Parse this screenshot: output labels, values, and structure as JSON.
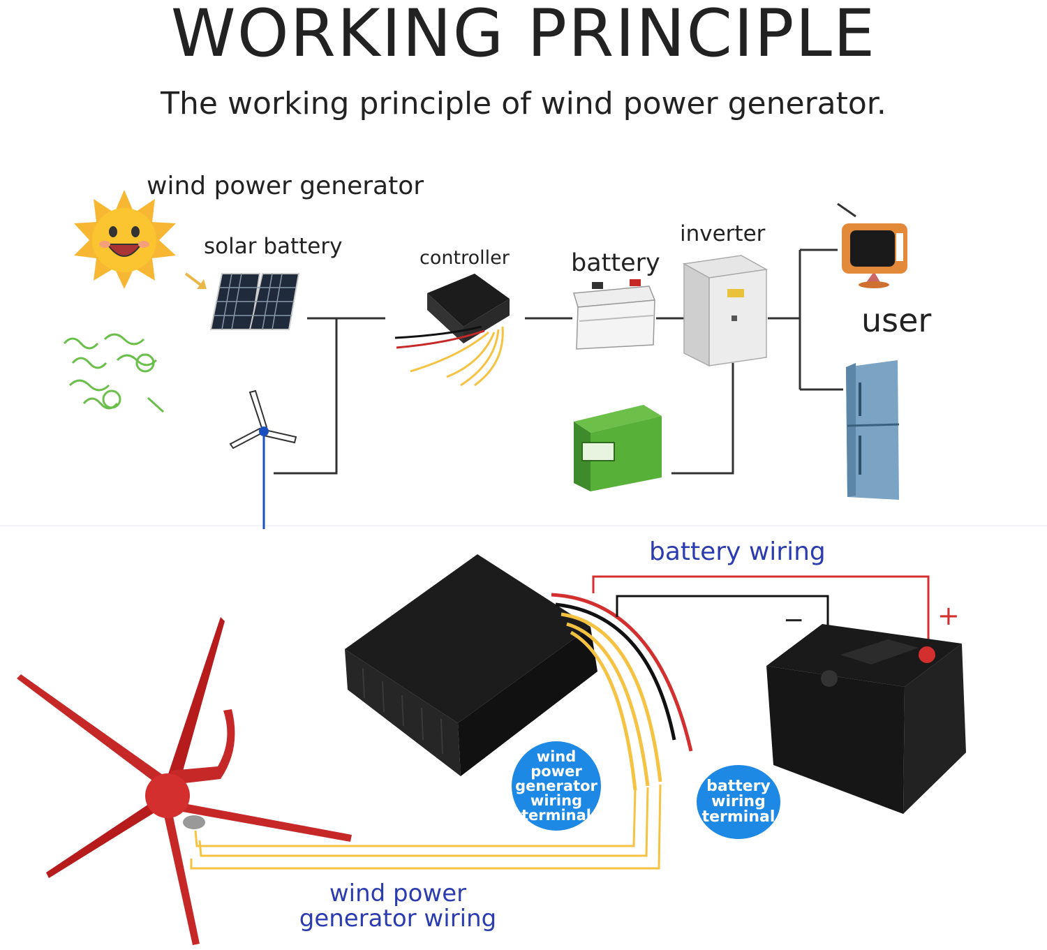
{
  "header": {
    "title": "WORKING PRINCIPLE",
    "subtitle": "The working principle of wind power generator."
  },
  "system_diagram": {
    "wind_generator_label": "wind power generator",
    "solar_label": "solar battery",
    "controller_label": "controller",
    "battery_label": "battery",
    "inverter_label": "inverter",
    "user_label": "user"
  },
  "wiring_diagram": {
    "battery_wiring_label": "battery wiring",
    "minus_sign": "−",
    "plus_sign": "+",
    "wind_terminal_badge": [
      "wind",
      "power",
      "generator",
      "wiring",
      "terminal"
    ],
    "battery_terminal_badge": [
      "battery",
      "wiring",
      "terminal"
    ],
    "wind_wiring_label_line1": "wind power",
    "wind_wiring_label_line2": "generator wiring"
  },
  "colors": {
    "accent_blue": "#2b3bb0",
    "badge_blue": "#1e88e5",
    "wire_red": "#d32f2f",
    "wire_yellow": "#f5c242",
    "turbine_red": "#c62828"
  }
}
